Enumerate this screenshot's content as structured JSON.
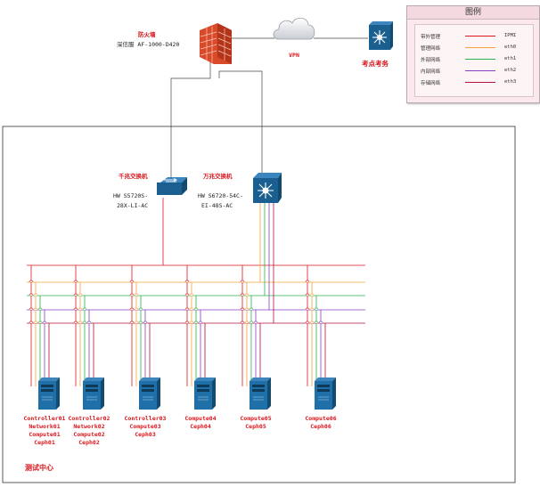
{
  "legend": {
    "title": "图例",
    "items": [
      {
        "name": "带外管理",
        "iface": "IPMI",
        "color": "#d9161c"
      },
      {
        "name": "管理网络",
        "iface": "eth0",
        "color": "#f2a33a"
      },
      {
        "name": "外部网络",
        "iface": "eth1",
        "color": "#2bb24c"
      },
      {
        "name": "内部网络",
        "iface": "eth2",
        "color": "#8a3fc0"
      },
      {
        "name": "存储网络",
        "iface": "eth3",
        "color": "#b3123a"
      }
    ]
  },
  "firewall": {
    "title": "防火墙",
    "model": "深信服 AF-1000-D420"
  },
  "cloud": {
    "label": "VPN"
  },
  "site": {
    "label": "考点考务"
  },
  "switch_gig": {
    "title": "千兆交换机",
    "model_line1": "HW S5720S-",
    "model_line2": "28X-LI-AC"
  },
  "switch_10g": {
    "title": "万兆交换机",
    "model_line1": "HW S6720-54C-",
    "model_line2": "EI-48S-AC"
  },
  "datacenter_label": "测试中心",
  "servers": [
    {
      "lines": [
        "Controller01",
        "Network01",
        "Compute01",
        "Ceph01"
      ]
    },
    {
      "lines": [
        "Controller02",
        "Network02",
        "Compute02",
        "Ceph02"
      ]
    },
    {
      "lines": [
        "Controller03",
        "Compute03",
        "Ceph03"
      ]
    },
    {
      "lines": [
        "Compute04",
        "Ceph04"
      ]
    },
    {
      "lines": [
        "Compute05",
        "Ceph05"
      ]
    },
    {
      "lines": [
        "Compute06",
        "Ceph06"
      ]
    }
  ],
  "colors": {
    "ipmi": "#d9161c",
    "eth0": "#f2a33a",
    "eth1": "#2bb24c",
    "eth2": "#8a3fc0",
    "eth3": "#b3123a",
    "device_blue": "#1f6fa8"
  }
}
